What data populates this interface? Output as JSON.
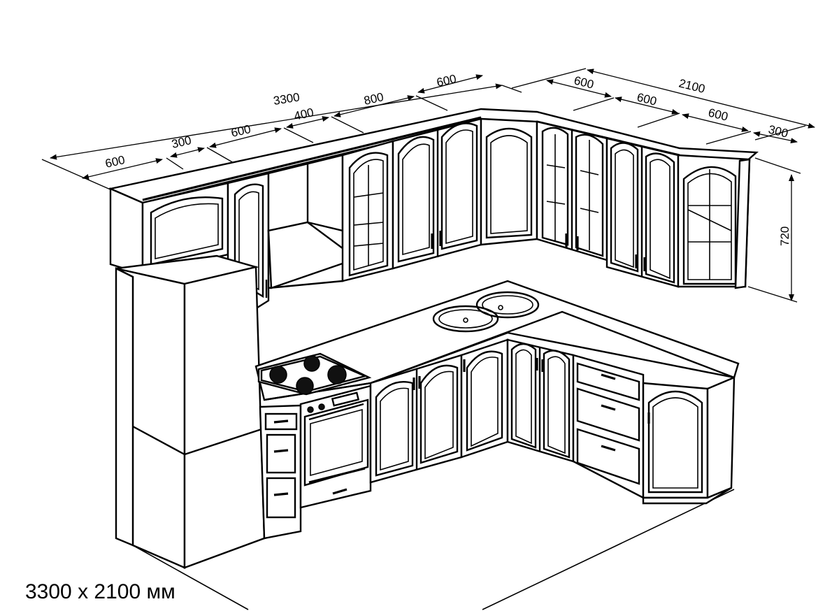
{
  "dimensions": {
    "upper_left_run": "3300",
    "upper_right_run": "2100",
    "left_segments": [
      "600",
      "300",
      "600",
      "400",
      "800",
      "600"
    ],
    "right_segments": [
      "600",
      "600",
      "600",
      "300"
    ],
    "height": "720"
  },
  "caption": "3300 х 2100 мм",
  "colors": {
    "line": "#000000",
    "background": "#ffffff"
  }
}
